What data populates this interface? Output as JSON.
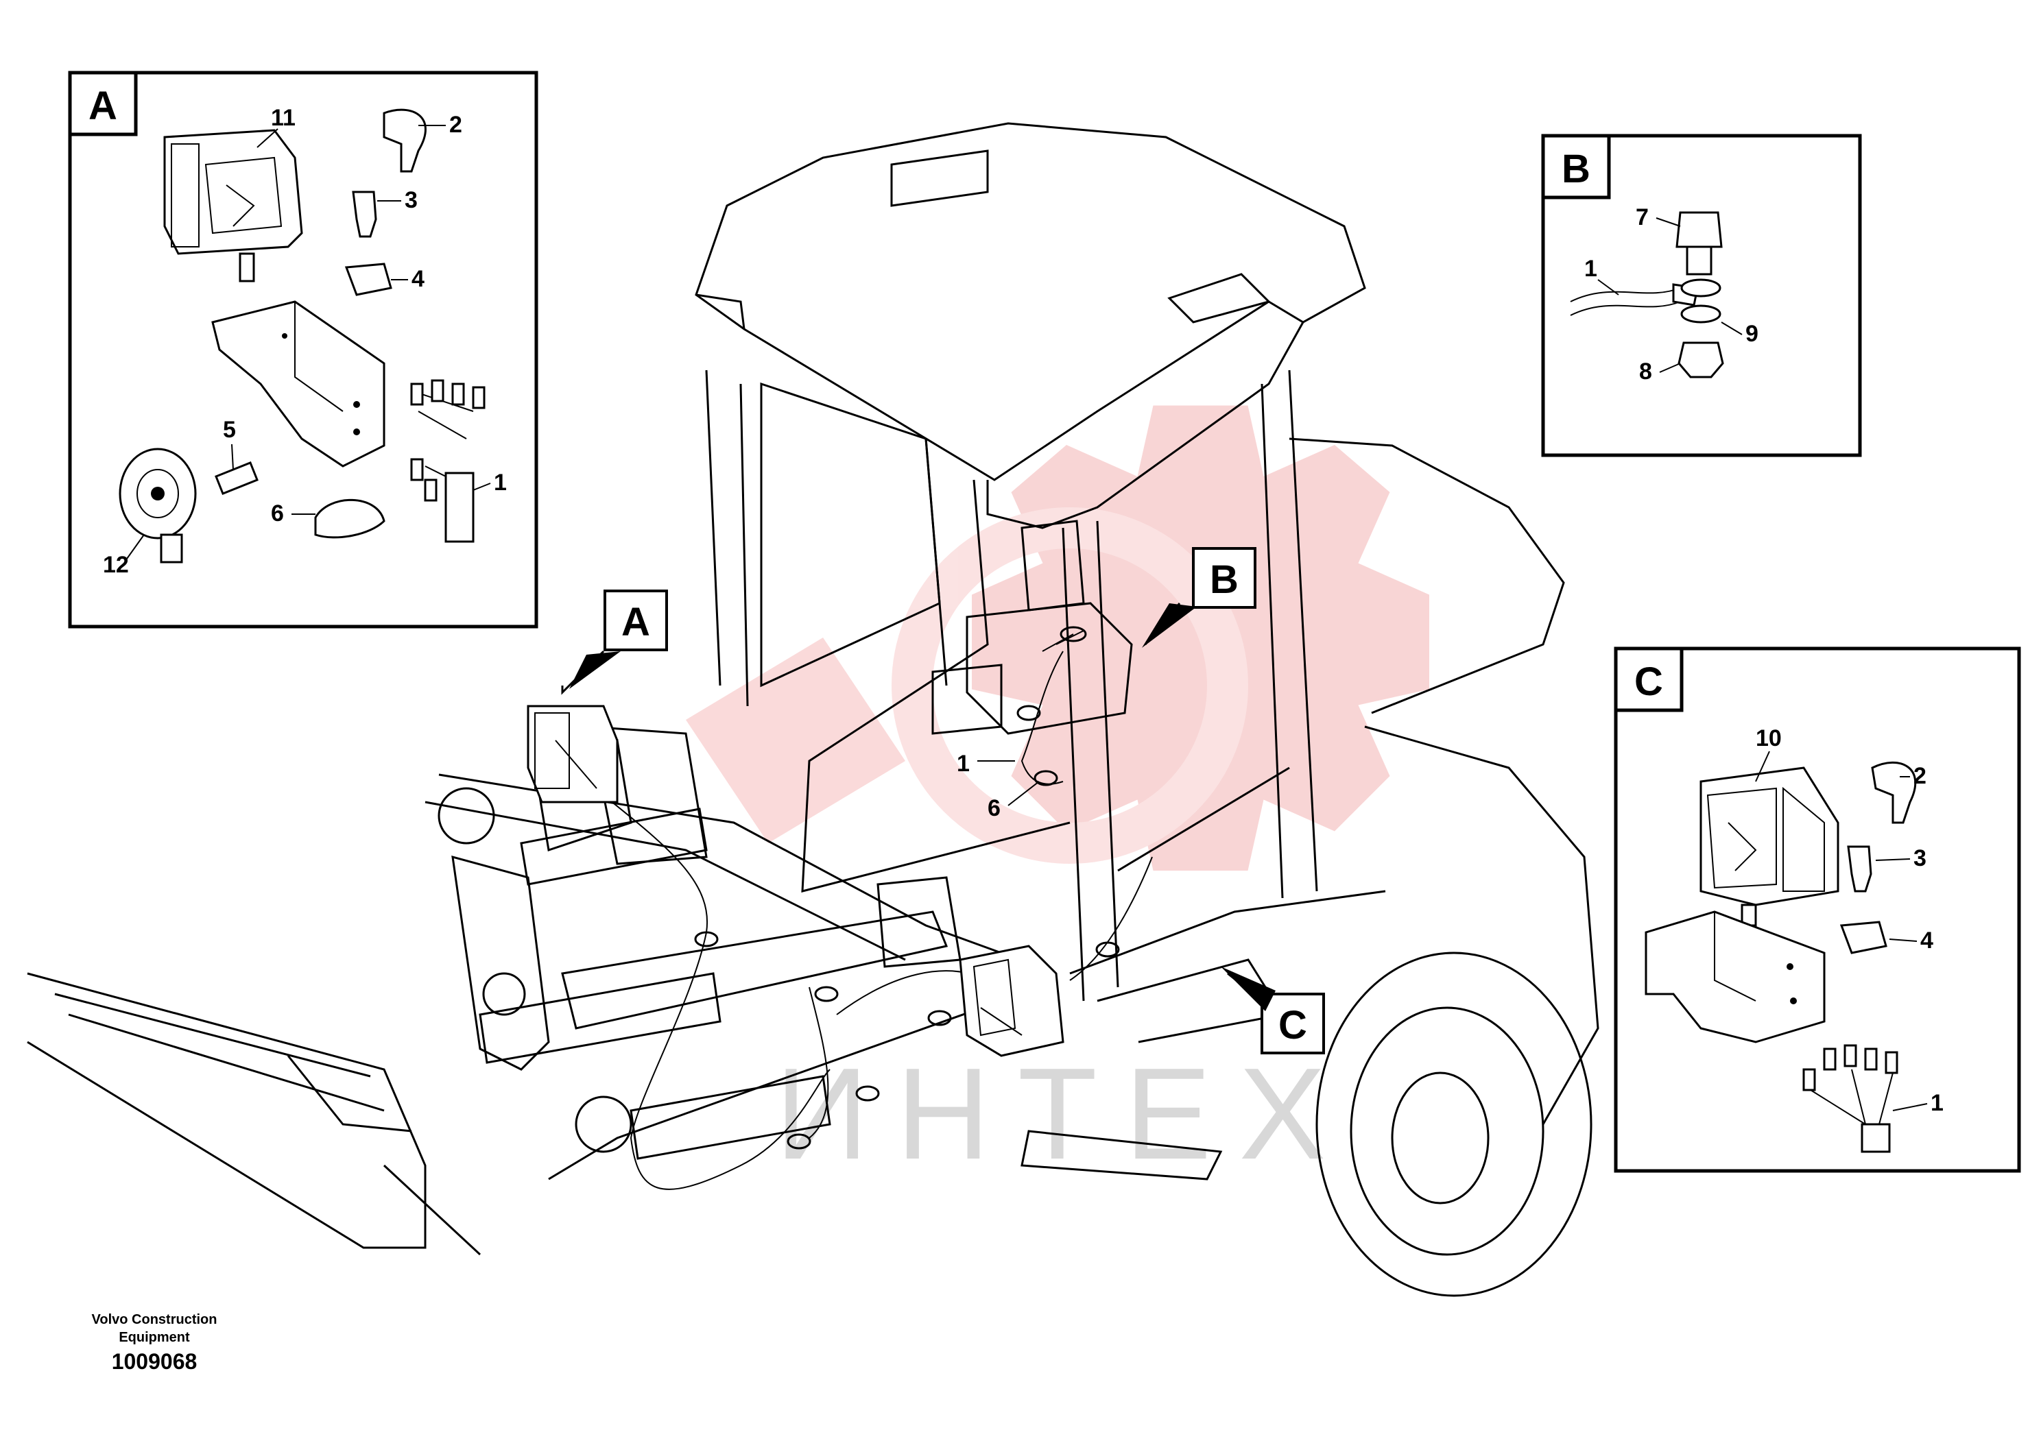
{
  "details": {
    "A": {
      "letter": "A",
      "callouts": [
        "11",
        "2",
        "3",
        "4",
        "5",
        "1",
        "6",
        "12"
      ]
    },
    "B": {
      "letter": "B",
      "callouts": [
        "7",
        "1",
        "9",
        "8"
      ]
    },
    "C": {
      "letter": "C",
      "callouts": [
        "10",
        "2",
        "3",
        "4",
        "1"
      ]
    }
  },
  "main": {
    "labels": [
      "A",
      "B",
      "C"
    ],
    "callouts": [
      "1",
      "6"
    ]
  },
  "watermark": {
    "text": "ИНТЕХ",
    "color": "#f0a0a0"
  },
  "footer": {
    "line1": "Volvo Construction",
    "line2": "Equipment",
    "doc_number": "1009068"
  }
}
